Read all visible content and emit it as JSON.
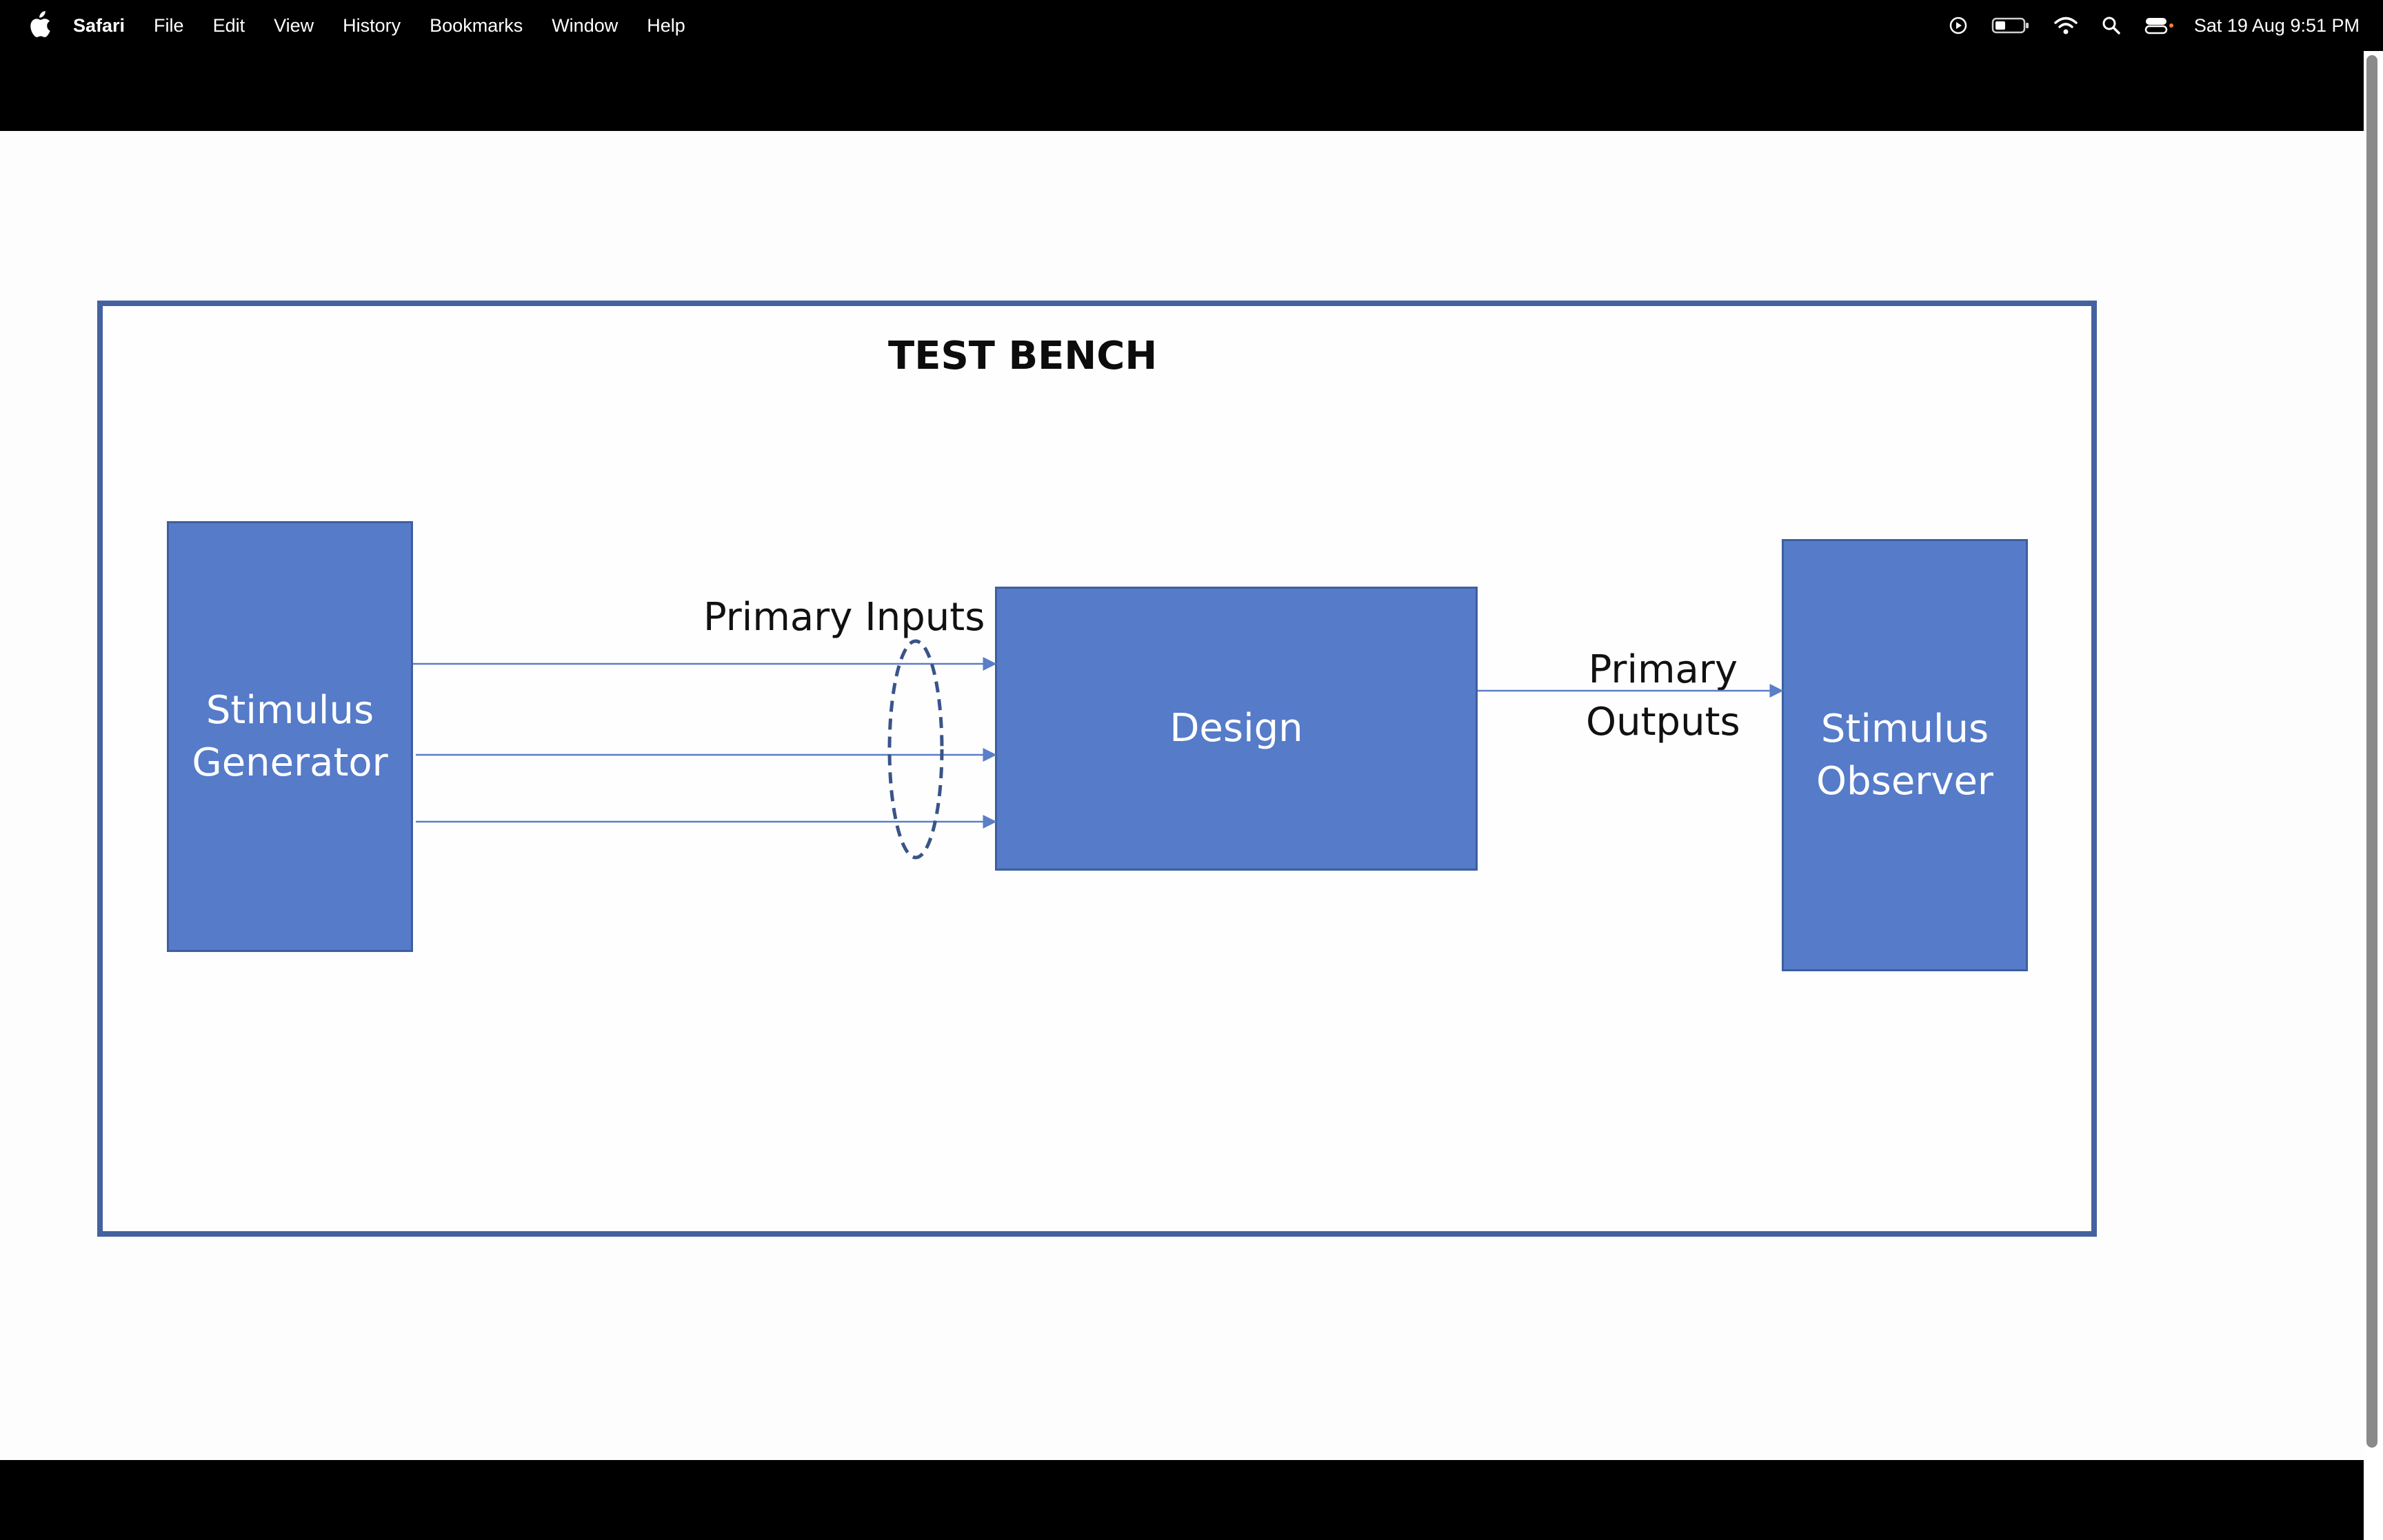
{
  "menubar": {
    "app_name": "Safari",
    "items": [
      "File",
      "Edit",
      "View",
      "History",
      "Bookmarks",
      "Window",
      "Help"
    ],
    "clock": "Sat 19 Aug  9:51 PM",
    "status_icons": [
      "screen-record-icon",
      "battery-icon",
      "wifi-icon",
      "spotlight-search-icon",
      "control-center-icon"
    ]
  },
  "diagram": {
    "title": "TEST BENCH",
    "generator": {
      "line1": "Stimulus",
      "line2": "Generator"
    },
    "design": "Design",
    "observer": {
      "line1": "Stimulus",
      "line2": "Observer"
    },
    "primary_inputs": "Primary Inputs",
    "primary_outputs": {
      "line1": "Primary",
      "line2": "Outputs"
    }
  },
  "colors": {
    "block_fill": "#557bc9",
    "block_border": "#3e5f9f",
    "frame": "#43629f",
    "wire": "#5a7ec7"
  }
}
